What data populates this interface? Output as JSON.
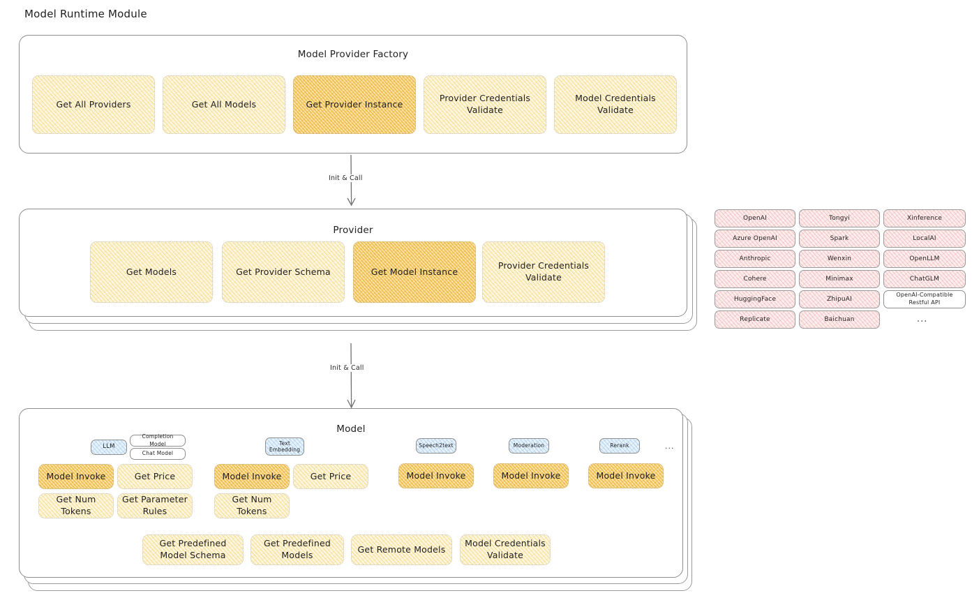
{
  "page": {
    "title": "Model Runtime Module"
  },
  "arrows": [
    {
      "label": "Init & Call"
    },
    {
      "label": "Init & Call"
    }
  ],
  "factory": {
    "title": "Model Provider Factory",
    "items": [
      {
        "label": "Get All Providers",
        "highlight": false
      },
      {
        "label": "Get All Models",
        "highlight": false
      },
      {
        "label": "Get Provider Instance",
        "highlight": true
      },
      {
        "label": "Provider Credentials Validate",
        "highlight": false
      },
      {
        "label": "Model Credentials Validate",
        "highlight": false
      }
    ]
  },
  "provider": {
    "title": "Provider",
    "items": [
      {
        "label": "Get Models",
        "highlight": false
      },
      {
        "label": "Get Provider Schema",
        "highlight": false
      },
      {
        "label": "Get Model Instance",
        "highlight": true
      },
      {
        "label": "Provider Credentials Validate",
        "highlight": false
      }
    ]
  },
  "provider_list": {
    "columns": [
      [
        "OpenAI",
        "Azure OpenAI",
        "Anthropic",
        "Cohere",
        "HuggingFace",
        "Replicate"
      ],
      [
        "Tongyi",
        "Spark",
        "Wenxin",
        "Minimax",
        "ZhipuAI",
        "Baichuan"
      ],
      [
        "Xinference",
        "LocalAI",
        "OpenLLM",
        "ChatGLM",
        "OpenAI-Compatible Restful API"
      ]
    ],
    "more": "..."
  },
  "model": {
    "title": "Model",
    "more": "...",
    "types": [
      {
        "badge": "LLM",
        "tags": [
          "Completion Model",
          "Chat Model"
        ],
        "methods": [
          "Model Invoke",
          "Get Price",
          "Get Num Tokens",
          "Get Parameter Rules"
        ],
        "highlight_index": 0
      },
      {
        "badge": "Text Embedding",
        "tags": [],
        "methods": [
          "Model Invoke",
          "Get Price",
          "Get Num Tokens"
        ],
        "highlight_index": 0
      },
      {
        "badge": "Speech2text",
        "tags": [],
        "methods": [
          "Model Invoke"
        ],
        "highlight_index": 0
      },
      {
        "badge": "Moderation",
        "tags": [],
        "methods": [
          "Model Invoke"
        ],
        "highlight_index": 0
      },
      {
        "badge": "Rerank",
        "tags": [],
        "methods": [
          "Model Invoke"
        ],
        "highlight_index": 0
      }
    ],
    "common_methods": [
      "Get Predefined Model Schema",
      "Get Predefined Models",
      "Get Remote Models",
      "Model Credentials Validate"
    ]
  },
  "colors": {
    "cream": "#fdf6df",
    "gold": "#fbe2a8",
    "pink": "#fdeeee",
    "blue": "#e8f2fb",
    "stroke": "#8d8d8d",
    "text": "#1f1f1f"
  }
}
